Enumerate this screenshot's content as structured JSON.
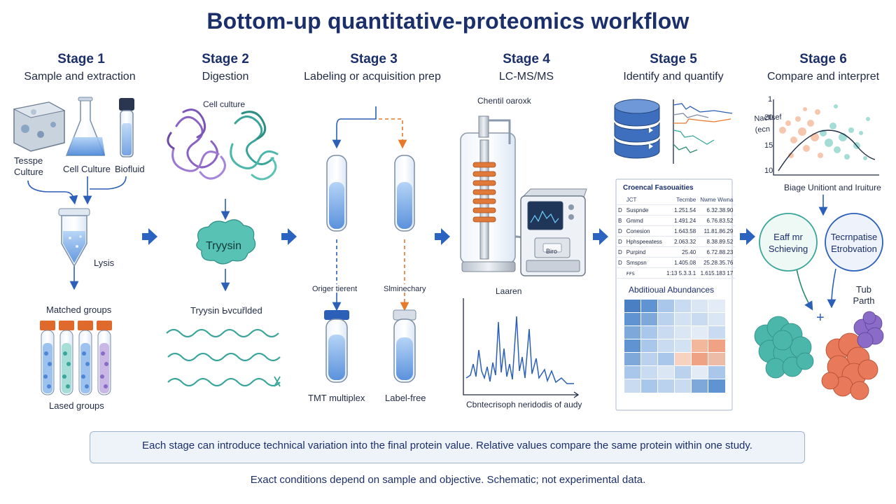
{
  "title": "Bottom-up quantitative-proteomics workflow",
  "stages": [
    {
      "number": "Stage 1",
      "name": "Sample and extraction"
    },
    {
      "number": "Stage 2",
      "name": "Digestion"
    },
    {
      "number": "Stage 3",
      "name": "Labeling or acquisition prep"
    },
    {
      "number": "Stage 4",
      "name": "LC-MS/MS"
    },
    {
      "number": "Stage 5",
      "name": "Identify and quantify"
    },
    {
      "number": "Stage 6",
      "name": "Compare and interpret"
    }
  ],
  "stage1": {
    "tissue_label": "Tesspe Culture",
    "flask_label": "Cell Culture",
    "vial_label": "Biofluid",
    "lysis_label": "Lysis",
    "matched_label": "Matched groups",
    "lased_label": "Lased groups"
  },
  "stage2": {
    "cell_label": "Cell culture",
    "enzyme_label": "Tryysin",
    "digested_label": "Tryysin Ьvcuřlded"
  },
  "stage3": {
    "left_mid_label": "Origer tierent",
    "right_mid_label": "Slminechary",
    "tmt_label": "TMT multiplex",
    "labelfree_label": "Label-free"
  },
  "stage4": {
    "column_label": "Chentil oaroxk",
    "screen_label": "Biro",
    "spectrum_label": "Laaren",
    "spectrum_xlabel": "Cbntecrisoph neridodis of audy"
  },
  "stage5": {
    "table_title": "Croencal Fasouaities",
    "table_headers": [
      "",
      "JCT",
      "Tecmbe",
      "Nwme Wwna"
    ],
    "table_rows": [
      [
        "D",
        "Suspnde",
        "1.251.54",
        "6.32.38.90"
      ],
      [
        "B",
        "Gmmd",
        "1.491.24",
        "6.76.83.52"
      ],
      [
        "D",
        "Conesion",
        "1.643.58",
        "11.81.86.29"
      ],
      [
        "D",
        "Hphspeeatess",
        "2.063.32",
        "8.38.89.52"
      ],
      [
        "D",
        "Purpind",
        "25.40",
        "6.72.88.23"
      ],
      [
        "D",
        "Smspsn",
        "1.405.08",
        "25.28.35.76"
      ],
      [
        "",
        "ꜰꜰꜱ",
        "1:13 5.3.3.1",
        "1.615.183 17"
      ]
    ],
    "heatmap_title": "Abditioual Abundances",
    "heatmap_colors": [
      [
        "#4b7fc4",
        "#5f93d2",
        "#a9c7ea",
        "#c8dbf1",
        "#dbe6f4",
        "#e3ecf6"
      ],
      [
        "#5f93d2",
        "#7ea7da",
        "#bad2ee",
        "#d3e2f3",
        "#c8dbf1",
        "#dbe6f4"
      ],
      [
        "#7ea7da",
        "#a9c7ea",
        "#c8dbf1",
        "#dbe6f4",
        "#e3ecf6",
        "#c8dbf1"
      ],
      [
        "#5f93d2",
        "#a9c7ea",
        "#c8dbf1",
        "#d3e2f3",
        "#f3b79c",
        "#f0a384"
      ],
      [
        "#7ea7da",
        "#bad2ee",
        "#a9c7ea",
        "#f7d2c0",
        "#f0a384",
        "#ecbca6"
      ],
      [
        "#a9c7ea",
        "#c8dbf1",
        "#dbe6f4",
        "#bad2ee",
        "#e3ecf6",
        "#a9c7ea"
      ],
      [
        "#c8dbf1",
        "#a9c7ea",
        "#bad2ee",
        "#c8dbf1",
        "#7ea7da",
        "#5f93d2"
      ]
    ]
  },
  "stage6": {
    "ylabel": "Nacllsef (ecn",
    "xlabel": "Biage Unitiont and Iruiture",
    "yticks": [
      "1",
      "20",
      "15",
      "10"
    ],
    "bubble_left": "Eaff mr Schieving",
    "bubble_right": "Tecrnpatise Etrobvation",
    "path_label": "Tub Parth",
    "plus": "+"
  },
  "note": "Each stage can introduce technical variation into the final protein value. Relative values compare the same protein within one study.",
  "footer": "Exact conditions depend on sample and objective. Schematic; not experimental data."
}
